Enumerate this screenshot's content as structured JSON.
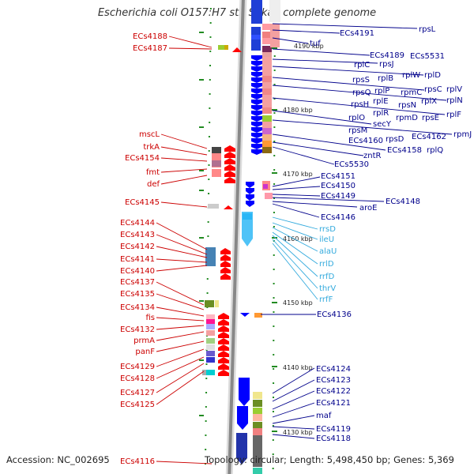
{
  "title": "Escherichia coli O157:H7 str. Sakai, complete genome",
  "footer": {
    "accession": "Accession: NC_002695",
    "summary": "Topology: circular; Length: 5,498,450 bp; Genes: 5,369"
  },
  "colors": {
    "forward_gene": "#0000ff",
    "reverse_gene": "#ff0000",
    "rna_gene": "#33aadd",
    "forward_label": "#00008b",
    "reverse_label": "#cc0000",
    "rna_label": "#33aadd",
    "backbone": "#888888",
    "tick": "#228b22"
  },
  "kbp_labels": [
    "4190 kbp",
    "4180 kbp",
    "4170 kbp",
    "4160 kbp",
    "4150 kbp",
    "4140 kbp",
    "4130 kbp"
  ],
  "reverse_labels": [
    "ECs4188",
    "ECs4187",
    "mscL",
    "trkA",
    "ECs4154",
    "fmt",
    "def",
    "ECs4145",
    "ECs4144",
    "ECs4143",
    "ECs4142",
    "ECs4141",
    "ECs4140",
    "ECs4137",
    "ECs4135",
    "ECs4134",
    "fis",
    "ECs4132",
    "prmA",
    "panF",
    "ECs4129",
    "ECs4128",
    "ECs4127",
    "ECs4125",
    "ECs4116"
  ],
  "forward_labels": [
    "rpsL",
    "ECs4191",
    "tuf",
    "ECs4189",
    "ECs5531",
    "rpsJ",
    "rplC",
    "rplD",
    "rplW",
    "rplB",
    "rpsS",
    "rpsC",
    "rplV",
    "rplP",
    "rpmC",
    "rpsQ",
    "rplN",
    "rplX",
    "rplE",
    "rpsN",
    "rpsH",
    "rplF",
    "rplR",
    "rpmD",
    "rpsE",
    "rplO",
    "secY",
    "rpmJ",
    "rpsM",
    "ECs4162",
    "rpsD",
    "ECs4160",
    "ECs4158",
    "rplQ",
    "zntR",
    "ECs5530",
    "ECs4151",
    "ECs4150",
    "ECs4149",
    "ECs4148",
    "aroE",
    "ECs4146",
    "ECs4136",
    "ECs4124",
    "ECs4123",
    "ECs4122",
    "ECs4121",
    "maf",
    "ECs4119",
    "ECs4118"
  ],
  "rna_labels": [
    "rrsD",
    "ileU",
    "alaU",
    "rrlD",
    "rrfD",
    "thrV",
    "rrfF"
  ]
}
